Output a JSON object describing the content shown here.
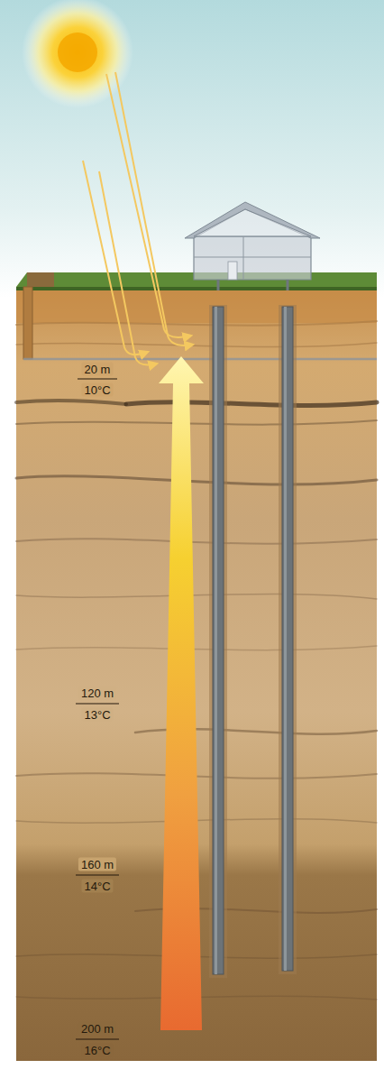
{
  "diagram": {
    "labels": [
      "20 m",
      "10°C",
      "120 m",
      "13°C",
      "160 m",
      "14°C",
      "200 m",
      "16°C"
    ]
  }
}
